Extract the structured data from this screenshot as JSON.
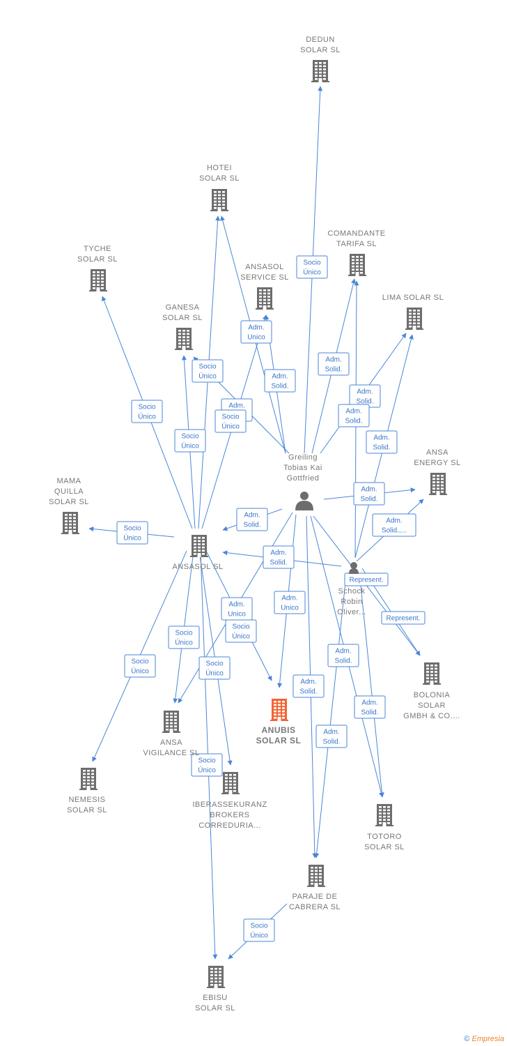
{
  "colors": {
    "edge": "#4a86d8",
    "badge_text": "#3a76c8",
    "building": "#6d6d6d",
    "focus_building": "#f26532",
    "person": "#6d6d6d",
    "label": "#777777"
  },
  "nodes": [
    {
      "id": "dedun",
      "type": "company",
      "label": [
        "DEDUN",
        "SOLAR  SL"
      ]
    },
    {
      "id": "hotei",
      "type": "company",
      "label": [
        "HOTEI",
        "SOLAR  SL"
      ]
    },
    {
      "id": "comandante",
      "type": "company",
      "label": [
        "COMANDANTE",
        "TARIFA  SL"
      ]
    },
    {
      "id": "tyche",
      "type": "company",
      "label": [
        "TYCHE",
        "SOLAR  SL"
      ]
    },
    {
      "id": "ansasol_service",
      "type": "company",
      "label": [
        "ANSASOL",
        "SERVICE  SL"
      ]
    },
    {
      "id": "lima",
      "type": "company",
      "label": [
        "LIMA SOLAR SL"
      ]
    },
    {
      "id": "ganesa",
      "type": "company",
      "label": [
        "GANESA",
        "SOLAR  SL"
      ]
    },
    {
      "id": "ansa_energy",
      "type": "company",
      "label": [
        "ANSA",
        "ENERGY SL"
      ]
    },
    {
      "id": "mama_quilla",
      "type": "company",
      "label": [
        "MAMA",
        "QUILLA",
        "SOLAR  SL"
      ]
    },
    {
      "id": "ansasol",
      "type": "company",
      "label": [
        "ANSASOL SL"
      ]
    },
    {
      "id": "greiling",
      "type": "person",
      "label": [
        "Greiling",
        "Tobias Kai",
        "Gottfried"
      ]
    },
    {
      "id": "schock",
      "type": "person",
      "label": [
        "Schock",
        "Robin",
        "Oliver..."
      ]
    },
    {
      "id": "bolonia",
      "type": "company",
      "label": [
        "BOLONIA",
        "SOLAR",
        "GMBH & CO...."
      ]
    },
    {
      "id": "anubis",
      "type": "focus",
      "label": [
        "ANUBIS",
        "SOLAR  SL"
      ]
    },
    {
      "id": "ansa_vigilance",
      "type": "company",
      "label": [
        "ANSA",
        "VIGILANCE  SL"
      ]
    },
    {
      "id": "nemesis",
      "type": "company",
      "label": [
        "NEMESIS",
        "SOLAR  SL"
      ]
    },
    {
      "id": "iberassekuranz",
      "type": "company",
      "label": [
        "IBERASSEKURANZ",
        "BROKERS",
        "CORREDURIA..."
      ]
    },
    {
      "id": "totoro",
      "type": "company",
      "label": [
        "TOTORO",
        "SOLAR SL"
      ]
    },
    {
      "id": "paraje",
      "type": "company",
      "label": [
        "PARAJE DE",
        "CABRERA SL"
      ]
    },
    {
      "id": "ebisu",
      "type": "company",
      "label": [
        "EBISU",
        "SOLAR  SL"
      ]
    }
  ],
  "edges": [
    {
      "from": "greiling",
      "to": "dedun",
      "label": [
        "Socio",
        "Único"
      ]
    },
    {
      "from": "greiling",
      "to": "ansasol_service",
      "label": [
        "Adm.",
        "Solid."
      ]
    },
    {
      "from": "greiling",
      "to": "hotei",
      "label": [
        "Adm.",
        "Unico"
      ]
    },
    {
      "from": "greiling",
      "to": "comandante",
      "label": [
        "Adm.",
        "Solid."
      ]
    },
    {
      "from": "greiling",
      "to": "lima",
      "label": [
        "Adm.",
        "Solid."
      ]
    },
    {
      "from": "greiling",
      "to": "ansa_energy",
      "label": [
        "Adm.",
        "Solid."
      ]
    },
    {
      "from": "greiling",
      "to": "ansasol",
      "label": [
        "Adm.",
        "Solid."
      ]
    },
    {
      "from": "greiling",
      "to": "anubis",
      "label": [
        "Adm.",
        "Unico"
      ]
    },
    {
      "from": "greiling",
      "to": "ansa_vigilance",
      "label": [
        "Adm.",
        "Unico"
      ]
    },
    {
      "from": "greiling",
      "to": "paraje",
      "label": [
        "Adm.",
        "Solid."
      ]
    },
    {
      "from": "greiling",
      "to": "totoro",
      "label": [
        "Adm.",
        "Solid."
      ]
    },
    {
      "from": "greiling",
      "to": "bolonia",
      "label": [
        "Represent."
      ]
    },
    {
      "from": "greiling",
      "to": "ganesa",
      "label": [
        "Adm.",
        "Unico"
      ]
    },
    {
      "from": "schock",
      "to": "comandante",
      "label": [
        "Adm.",
        "Solid."
      ]
    },
    {
      "from": "schock",
      "to": "lima",
      "label": [
        "Adm.",
        "Solid."
      ]
    },
    {
      "from": "schock",
      "to": "ansa_energy",
      "label": [
        "Adm.",
        "Solid.,..."
      ]
    },
    {
      "from": "schock",
      "to": "ansasol",
      "label": [
        "Adm.",
        "Solid."
      ]
    },
    {
      "from": "schock",
      "to": "bolonia",
      "label": [
        "Represent."
      ]
    },
    {
      "from": "schock",
      "to": "paraje",
      "label": [
        "Adm.",
        "Solid."
      ]
    },
    {
      "from": "schock",
      "to": "totoro",
      "label": [
        "Adm.",
        "Solid."
      ]
    },
    {
      "from": "ansasol",
      "to": "tyche",
      "label": [
        "Socio",
        "Único"
      ]
    },
    {
      "from": "ansasol",
      "to": "ganesa",
      "label": [
        "Socio",
        "Único"
      ]
    },
    {
      "from": "ansasol",
      "to": "hotei",
      "label": [
        "Socio",
        "Único"
      ]
    },
    {
      "from": "ansasol",
      "to": "ansasol_service",
      "label": [
        "Socio",
        "Único"
      ]
    },
    {
      "from": "ansasol",
      "to": "mama_quilla",
      "label": [
        "Socio",
        "Único"
      ]
    },
    {
      "from": "ansasol",
      "to": "nemesis",
      "label": [
        "Socio",
        "Único"
      ]
    },
    {
      "from": "ansasol",
      "to": "ansa_vigilance",
      "label": [
        "Socio",
        "Único"
      ]
    },
    {
      "from": "ansasol",
      "to": "iberassekuranz",
      "label": [
        "Socio",
        "Único"
      ]
    },
    {
      "from": "ansasol",
      "to": "anubis",
      "label": [
        "Socio",
        "Único"
      ]
    },
    {
      "from": "ansasol",
      "to": "ebisu",
      "label": [
        "Socio",
        "Único"
      ]
    },
    {
      "from": "paraje",
      "to": "ebisu",
      "label": [
        "Socio",
        "Único"
      ]
    }
  ],
  "copyright": {
    "symbol": "©",
    "brand": "Empresia"
  }
}
